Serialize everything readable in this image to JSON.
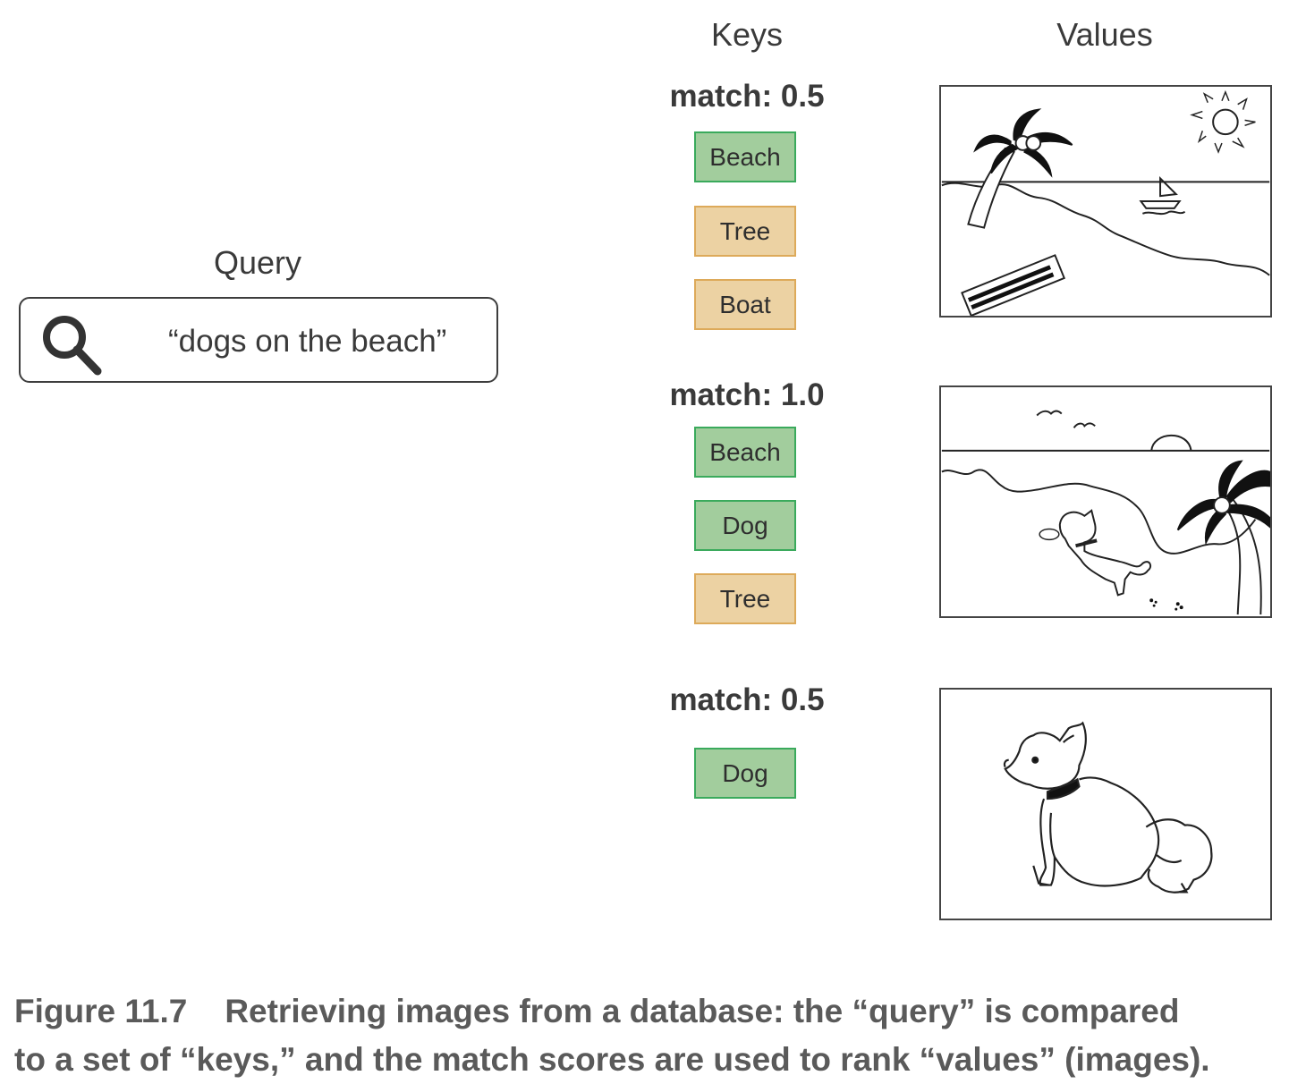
{
  "headers": {
    "keys": "Keys",
    "values": "Values",
    "query": "Query"
  },
  "query": {
    "text": "“dogs on the beach”",
    "icon": "search-icon"
  },
  "rows": [
    {
      "match": "match: 0.5",
      "keys": [
        {
          "label": "Beach",
          "color": "#a2cd9d"
        },
        {
          "label": "Tree",
          "color": "#ecd2a3"
        },
        {
          "label": "Boat",
          "color": "#ecd2a3"
        }
      ],
      "image": "beach-scene-image"
    },
    {
      "match": "match: 1.0",
      "keys": [
        {
          "label": "Beach",
          "color": "#a2cd9d"
        },
        {
          "label": "Dog",
          "color": "#a2cd9d"
        },
        {
          "label": "Tree",
          "color": "#ecd2a3"
        }
      ],
      "image": "dog-on-beach-image"
    },
    {
      "match": "match: 0.5",
      "keys": [
        {
          "label": "Dog",
          "color": "#a2cd9d"
        }
      ],
      "image": "dog-image"
    }
  ],
  "caption": {
    "label": "Figure 11.7",
    "line1": "Retrieving images from a database: the “query” is compared",
    "line2": "to a set of “keys,” and the match scores are used to rank “values” (images)."
  }
}
